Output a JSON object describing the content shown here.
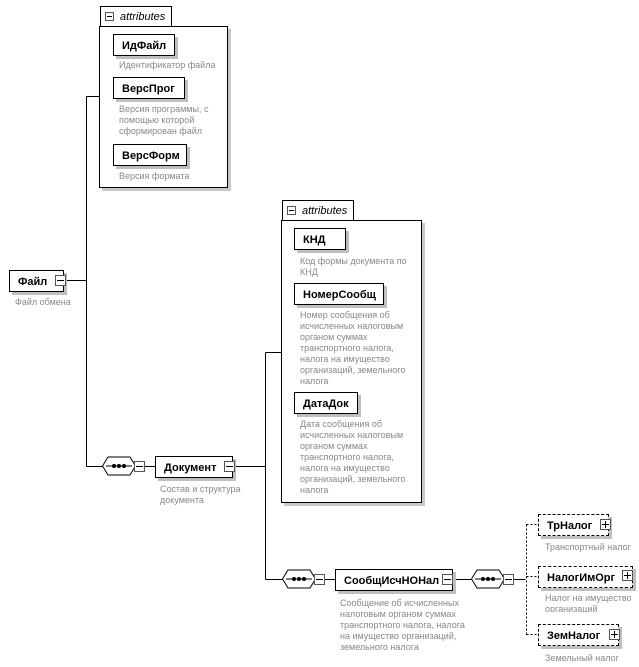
{
  "attr_group_1": {
    "tab": "attributes",
    "items": [
      {
        "name": "ИдФайл",
        "desc": "Идентификатор файла"
      },
      {
        "name": "ВерсПрог",
        "desc": "Версия программы, с помощью которой сформирован файл"
      },
      {
        "name": "ВерсФорм",
        "desc": "Версия формата"
      }
    ]
  },
  "root": {
    "name": "Файл",
    "desc": "Файл обмена"
  },
  "attr_group_2": {
    "tab": "attributes",
    "items": [
      {
        "name": "КНД",
        "desc": "Код формы документа по КНД"
      },
      {
        "name": "НомерСообщ",
        "desc": "Номер сообщения об исчисленных налоговым органом суммах транспортного налога, налога на имущество организаций, земельного налога"
      },
      {
        "name": "ДатаДок",
        "desc": "Дата сообщения об исчисленных налоговым органом суммах транспортного налога, налога на имущество организаций, земельного налога"
      }
    ]
  },
  "document": {
    "name": "Документ",
    "desc": "Состав и структура документа"
  },
  "message": {
    "name": "СообщИсчНОНал",
    "desc": "Сообщение об исчисленных налоговым органом суммах транспортного налога, налога на имущество организаций, земельного налога"
  },
  "children": [
    {
      "name": "ТрНалог",
      "desc": "Транспортный налог"
    },
    {
      "name": "НалогИмОрг",
      "desc": "Налог на имущество организаций"
    },
    {
      "name": "ЗемНалог",
      "desc": "Земельный налог"
    }
  ]
}
